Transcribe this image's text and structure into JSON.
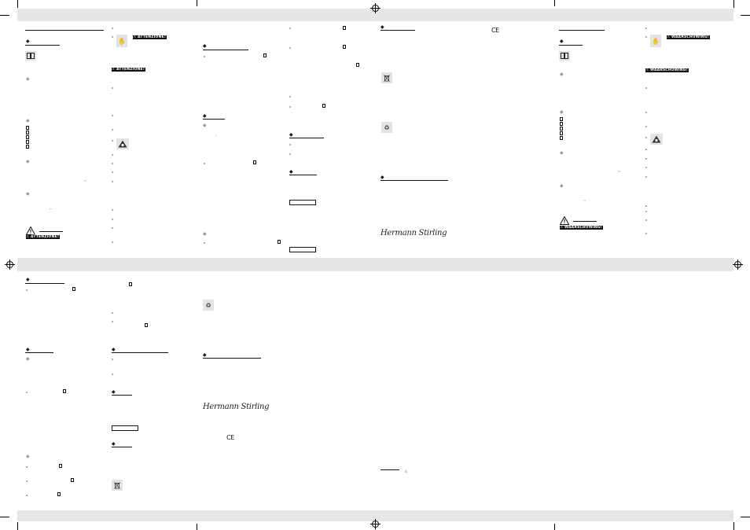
{
  "warnings": {
    "it": "ATTENZIONE!",
    "nl": "WAARSCHUWING!"
  },
  "signature": "Hermann Stirling",
  "ce_mark": "CE",
  "manual_icon_glyph": "book-icon",
  "icons": [
    "manual-book-icon",
    "hand-tool-icon",
    "explosion-warning-icon",
    "weee-bin-icon",
    "recycle-person-icon",
    "warning-triangle-icon"
  ]
}
